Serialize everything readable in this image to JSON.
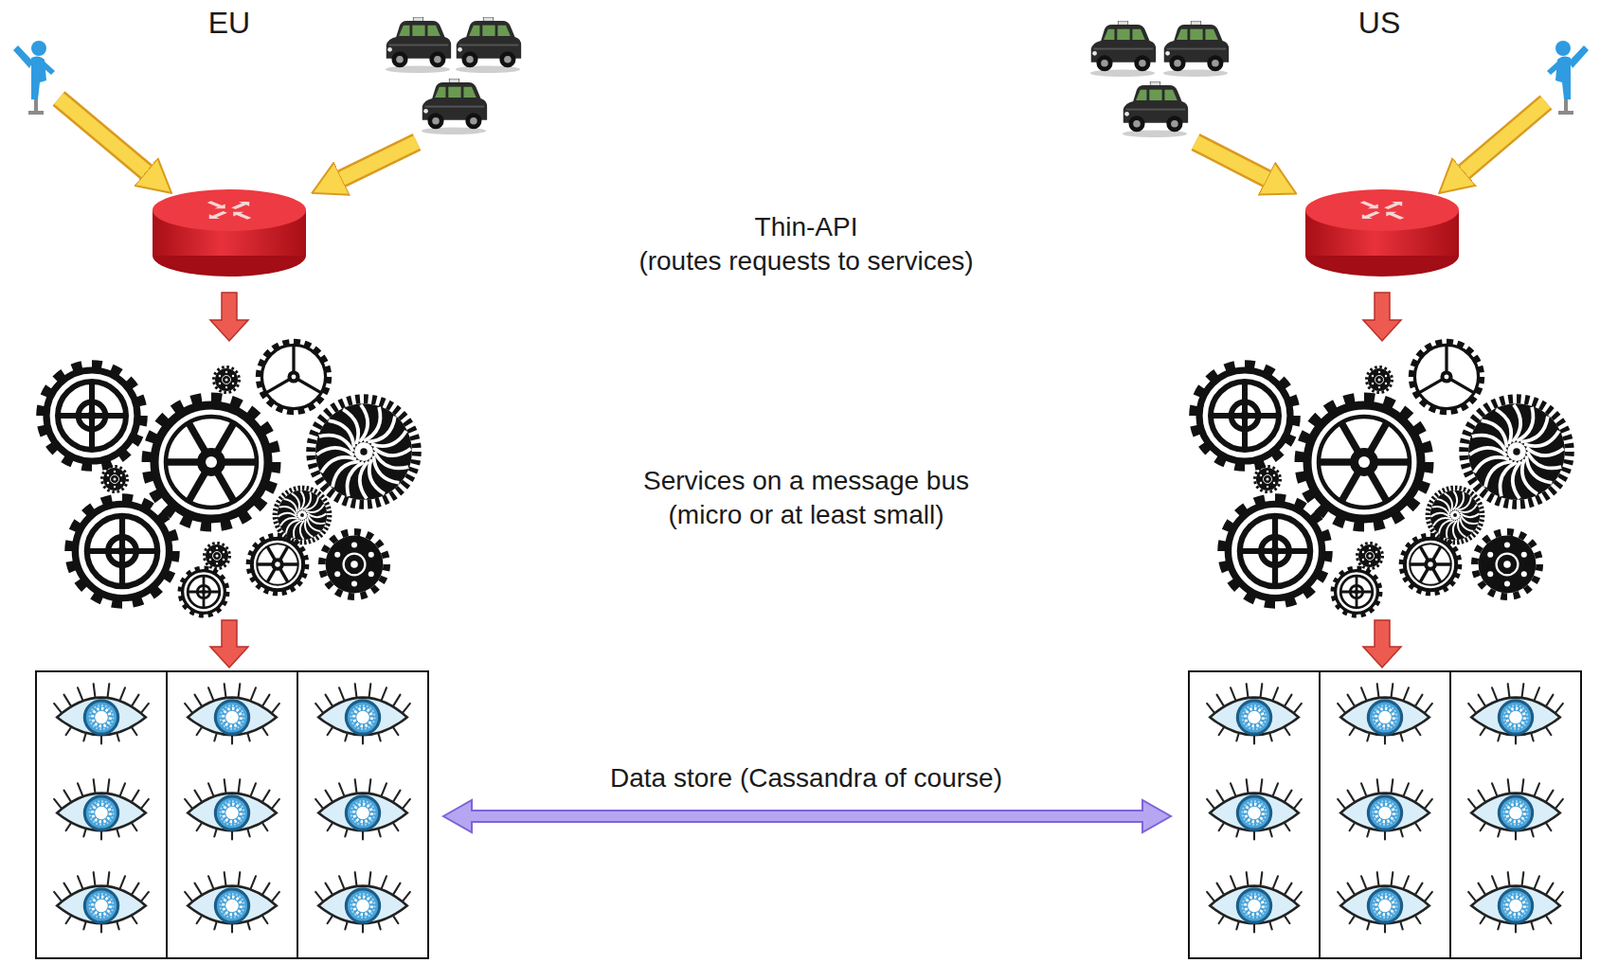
{
  "diagram": {
    "labels": [
      "EU",
      "US",
      "Thin-API",
      "(routes requests to services)",
      "Services on a message bus",
      "(micro or at least small)",
      "Data store (Cassandra of course)"
    ]
  }
}
